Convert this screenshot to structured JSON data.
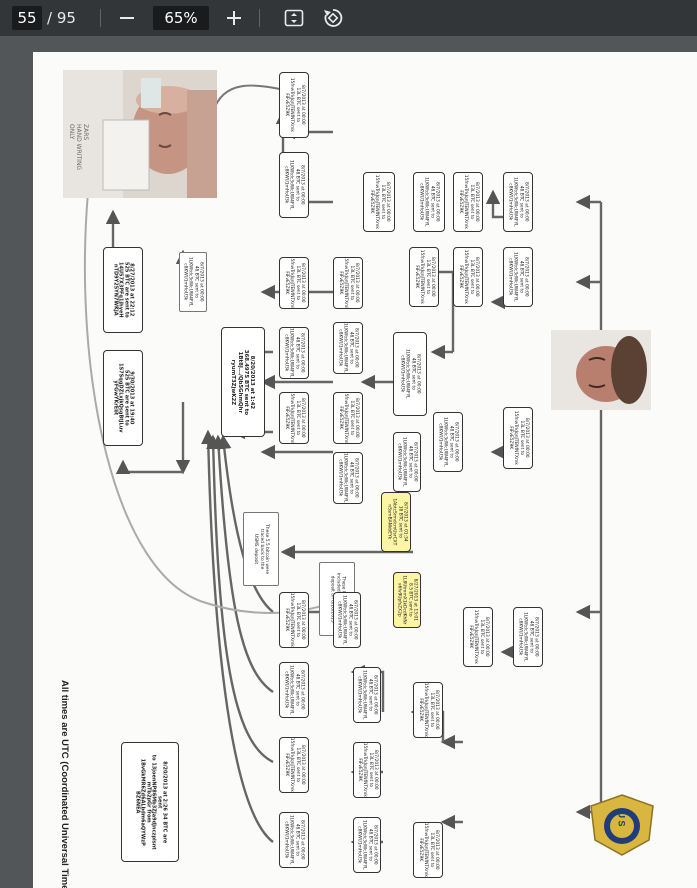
{
  "toolbar": {
    "current_page": "55",
    "total_pages": "/ 95",
    "zoom": "65%",
    "icons": [
      "minus-icon",
      "plus-icon",
      "fit-page-icon",
      "rotate-icon"
    ]
  },
  "document": {
    "footer_note": "All times are UTC (Coordinated Universal Time)",
    "badge_text": "U S"
  },
  "boxes": {
    "central": "8/20/2013 at 1:42\n368.4975 BTC sent to\n1Bt8J.../Qb5GhmQhr\nryumT3ZjwK2Z",
    "b_2212": "8/27/2013 at 22:12\n525 BTC are sent to\n14U57X3PFq1jhyeH\nnTD9Y25YN7WKJA",
    "b_1940": "9/30/2013 at 19:40\n525 BTC are sent to\n1S7SqgDZLxjkQsgBtJLuv\nyFGwYKrEbt",
    "b_226": "8/20/2013 at 2:26 34 BTC are\nsent\nto 13joenNP86Mb3ZJa9dJnczplsnt\nmTb2pGr from\n1BvGkMR6Zd6ALbdm6aQYWzP\nBZ6NEA",
    "b_left_1": "8/7/2013 at 00:00\n13L BTC sent to\n15fnwTrkJqnJTENfNTXmk\nFiFvE5Z9K",
    "b_left_2": "8/7/2013 at 00:00\n48.BTC sent to\n1LKWtdc3dWcUW4FYL\nc8KWU1mHoU3k",
    "b_y1": "8/7/2013 at 01:34\n18 BTC sent to\n1AbtcSrmdcmUsrCXT\nnSsmBANkbEYk",
    "b_y2": "8/27/2013 at 13:01\n8.5 BTC sent to\n1L8UtmmX1kDcdKhNr\nx6fv9UpfsZX2p",
    "b_note_1": "These 5.5 bitcoin were\ntraced back to the\nUSMS deposit",
    "b_note_2": "These 8 bitcoin were\nincluded in the 400 BTC\ndeposit on 8/28/2013",
    "photo_label": "ZARS\nHAND WRITING\nONLY"
  }
}
